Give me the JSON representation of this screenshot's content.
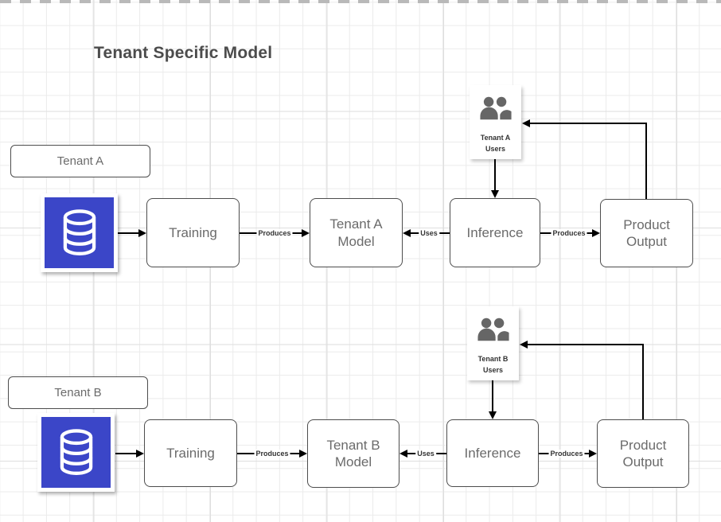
{
  "title": "Tenant Specific Model",
  "colors": {
    "database_icon_blue": "#3b46c8",
    "users_icon_gray": "#666666",
    "box_border": "#4d4d4d",
    "box_text": "#6b6b6b",
    "edge_line": "#000000",
    "dashed_divider": "#b9b9b9",
    "grid_line": "#ebebeb"
  },
  "icons": {
    "database": "database-icon (white cylinder on blue square)",
    "users": "users-icon (two person silhouettes, gray)"
  },
  "rows": [
    {
      "tenant": "Tenant A",
      "nodes": {
        "training": "Training",
        "model": "Tenant A Model",
        "inference": "Inference",
        "output": "Product Output"
      },
      "users": {
        "line1": "Tenant A",
        "line2": "Users"
      },
      "edges": {
        "produces1": "Produces",
        "uses": "Uses",
        "produces2": "Produces"
      }
    },
    {
      "tenant": "Tenant B",
      "nodes": {
        "training": "Training",
        "model": "Tenant B Model",
        "inference": "Inference",
        "output": "Product Output"
      },
      "users": {
        "line1": "Tenant B",
        "line2": "Users"
      },
      "edges": {
        "produces1": "Produces",
        "uses": "Uses",
        "produces2": "Produces"
      }
    }
  ]
}
